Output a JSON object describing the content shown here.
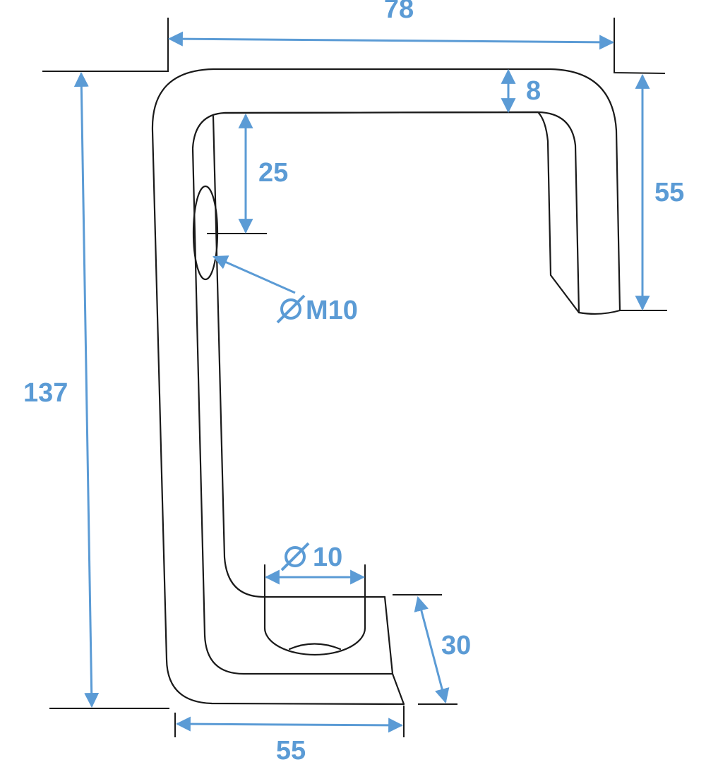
{
  "drawing": {
    "accent_color": "#5b9bd5",
    "line_color": "#1a1a1a",
    "dimensions": {
      "overall_width": "78",
      "thickness": "8",
      "hole_offset": "25",
      "hook_height": "55",
      "thread_label": "M10",
      "overall_height": "137",
      "hole_label": "10",
      "foot_depth": "30",
      "base_width": "55"
    }
  }
}
